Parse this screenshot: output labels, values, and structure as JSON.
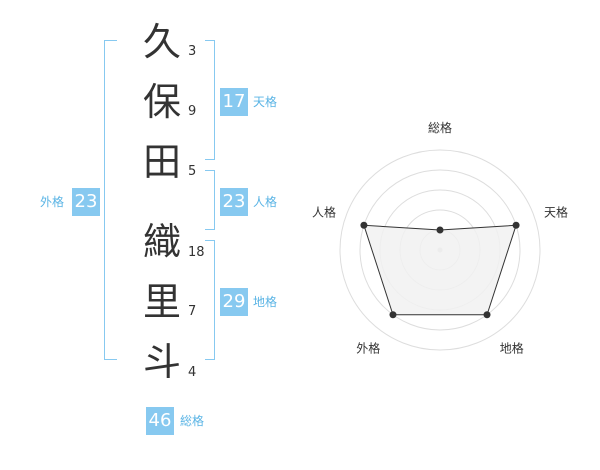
{
  "name_chars": [
    {
      "char": "久",
      "strokes": "3"
    },
    {
      "char": "保",
      "strokes": "9"
    },
    {
      "char": "田",
      "strokes": "5"
    },
    {
      "char": "織",
      "strokes": "18"
    },
    {
      "char": "里",
      "strokes": "7"
    },
    {
      "char": "斗",
      "strokes": "4"
    }
  ],
  "scores": {
    "tenkaku": {
      "label": "天格",
      "value": "17"
    },
    "jinkaku": {
      "label": "人格",
      "value": "23"
    },
    "chikaku": {
      "label": "地格",
      "value": "29"
    },
    "gaikaku": {
      "label": "外格",
      "value": "23"
    },
    "soukaku": {
      "label": "総格",
      "value": "46"
    }
  },
  "radar": {
    "axes": [
      "総格",
      "天格",
      "地格",
      "外格",
      "人格"
    ],
    "levels": 5,
    "values": [
      0.2,
      0.8,
      0.8,
      0.8,
      0.8
    ],
    "colors": {
      "fill": "#f1f1f1",
      "line": "#333333",
      "grid": "#dddddd",
      "point": "#333333"
    }
  }
}
